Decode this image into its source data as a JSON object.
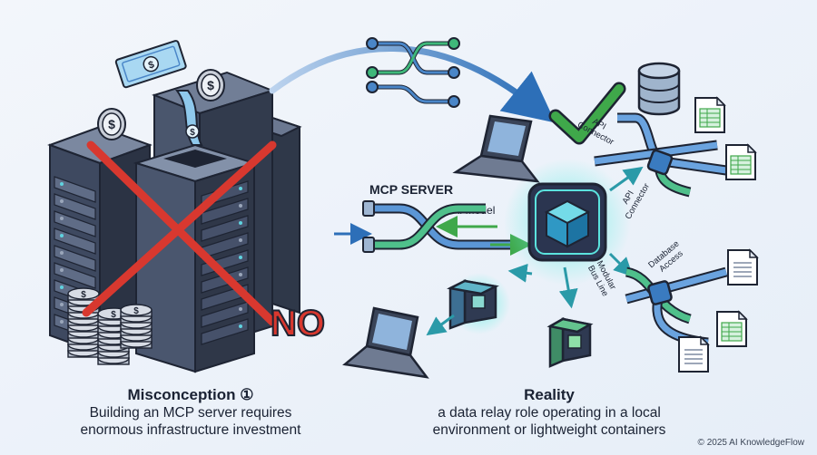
{
  "left": {
    "stamp": "NO",
    "title": "Misconception ①",
    "lines": [
      "Building an MCP server requires",
      "enormous infrastructure investment"
    ]
  },
  "center": {
    "server_label": "MCP SERVER",
    "model_label": "AI Model"
  },
  "right": {
    "labels": {
      "api1": [
        "API",
        "Connector"
      ],
      "api2": [
        "API",
        "Connector"
      ],
      "db": [
        "Database",
        "Access"
      ],
      "bus": [
        "Modular",
        "Bus Line"
      ]
    },
    "title": "Reality",
    "lines": [
      "a data relay role operating in a local",
      "environment or lightweight containers"
    ]
  },
  "footer": {
    "copyright": "© 2025 AI KnowledgeFlow"
  },
  "colors": {
    "no_red": "#d8382f",
    "check_green": "#3fa84a",
    "pipe_blue": "#4a86c8",
    "pipe_green": "#3fb87a",
    "outline": "#1e2433",
    "server_dark": "#3a4458",
    "cube_teal": "#27c3c9"
  }
}
